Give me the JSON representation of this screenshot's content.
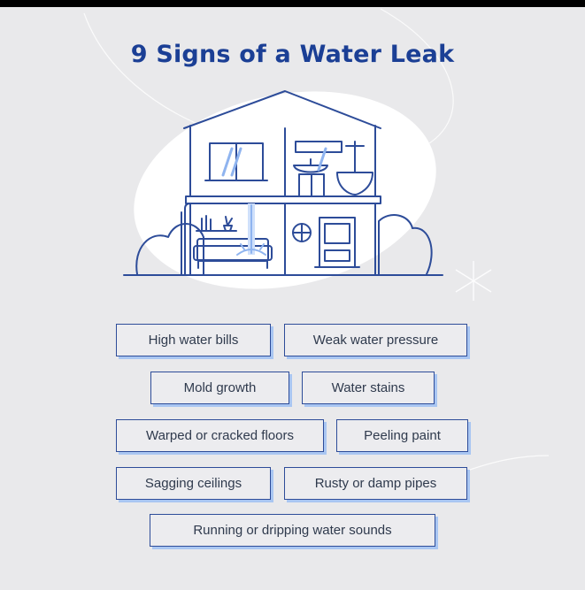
{
  "title": "9 Signs of a Water Leak",
  "colors": {
    "title": "#1b3f95",
    "outline": "#2d4c99",
    "shadow": "#a9c6f2",
    "background": "#e9e9eb"
  },
  "illustration": "house-with-water-leak",
  "signs": [
    "High water bills",
    "Weak water pressure",
    "Mold growth",
    "Water stains",
    "Warped or cracked floors",
    "Peeling paint",
    "Sagging ceilings",
    "Rusty or damp pipes",
    "Running or dripping water sounds"
  ]
}
